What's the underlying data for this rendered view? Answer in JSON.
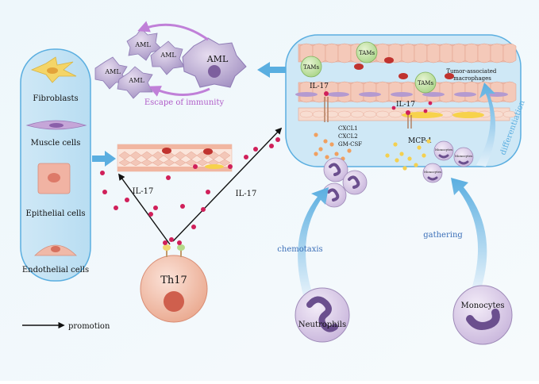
{
  "cell_types": [
    "Fibroblasts",
    "Muscle cells",
    "Epithelial cells",
    "Endothelial cells"
  ],
  "aml_cells": [
    "AML",
    "AML",
    "AML",
    "AML",
    "AML"
  ],
  "escape_label": "Escape of immunity",
  "th17_label": "Th17",
  "il17_labels": [
    "IL-17",
    "IL-17",
    "IL-17",
    "IL-17"
  ],
  "cytokines": [
    "CXCL1",
    "CXCL2",
    "GM-CSF"
  ],
  "mcp1_label": "MCP-1",
  "tams": [
    "TAMs",
    "TAMs",
    "TAMs"
  ],
  "tam_full_label": "Tumor-associated macrophages",
  "differentiation_label": "differentiation",
  "chemotaxis_label": "chemotaxis",
  "gathering_label": "gathering",
  "neutrophils_label": "Neutrophils",
  "monocytes_label": "Monocytes",
  "monocyte_small_labels": [
    "Monocytes",
    "Monocytes",
    "Monocytes"
  ],
  "legend_label": "promotion",
  "colors": {
    "accent_blue": "#5aaee0",
    "purple_arrow": "#c080d8",
    "il17_dot": "#d0205a",
    "cytokine_dot": "#f0a060",
    "mcp_dot": "#f4d050",
    "aml_purple": "#a080c0"
  }
}
